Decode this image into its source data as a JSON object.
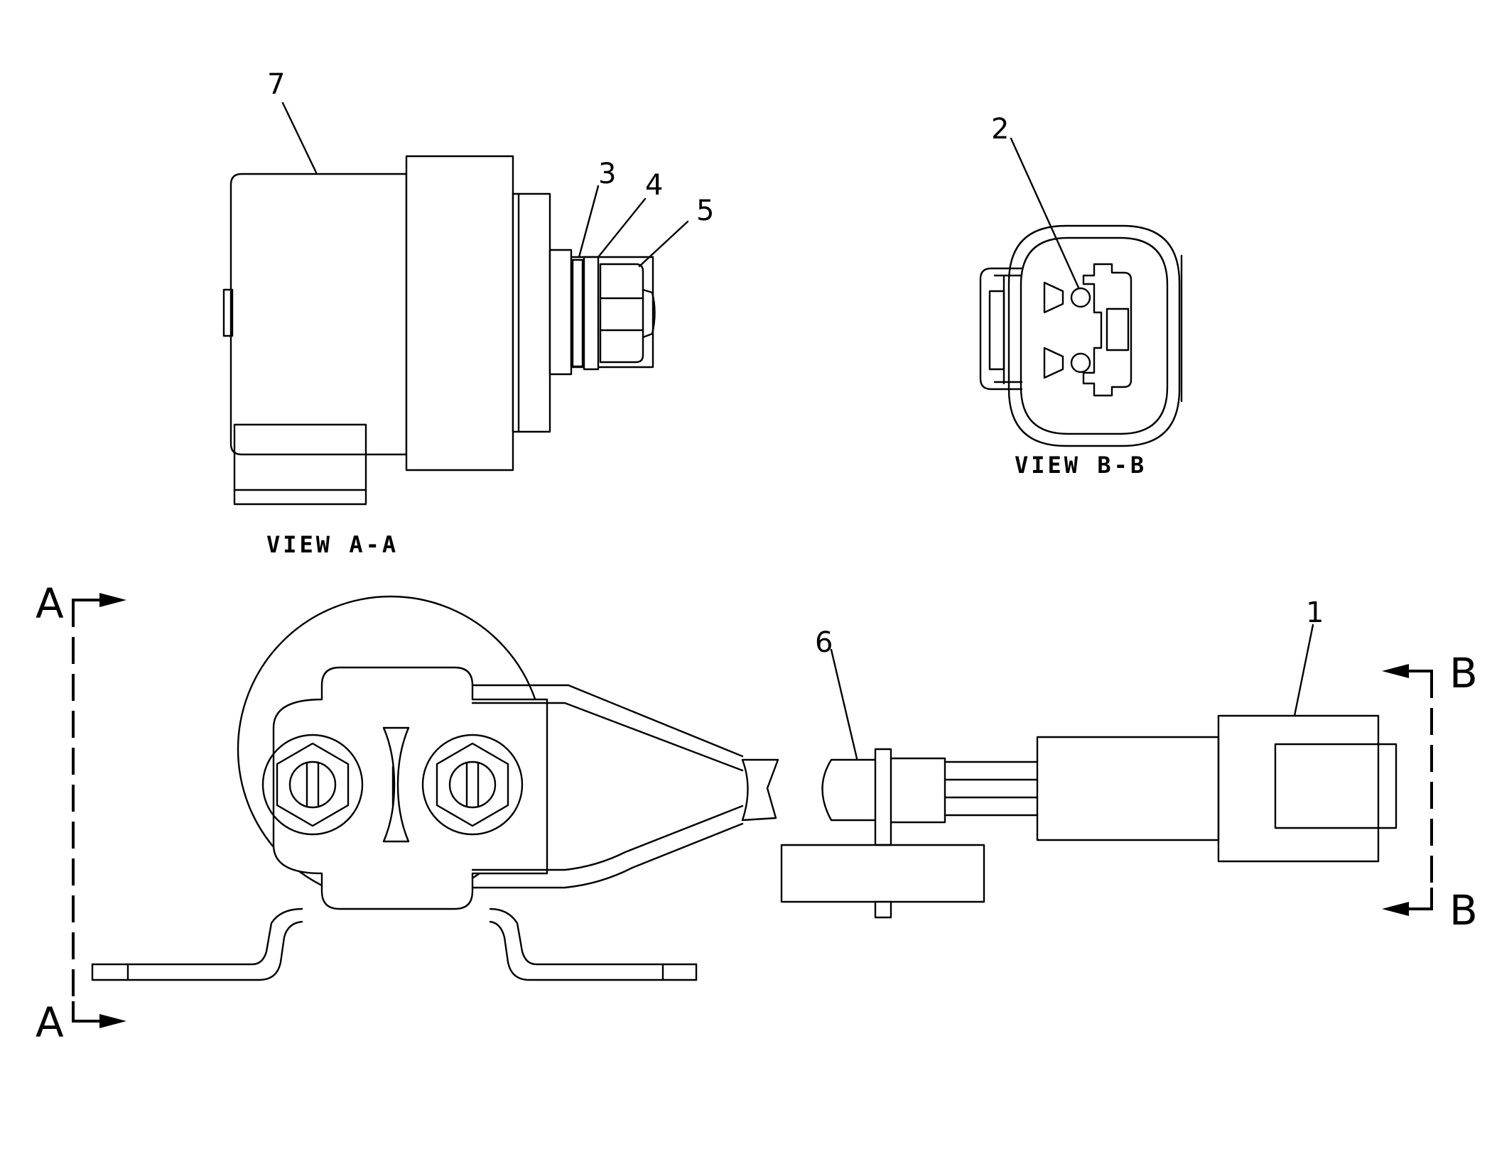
{
  "callouts": {
    "c1": "1",
    "c2": "2",
    "c3": "3",
    "c4": "4",
    "c5": "5",
    "c6": "6",
    "c7": "7"
  },
  "views": {
    "view_a": "VIEW A-A",
    "view_b": "VIEW B-B"
  },
  "sections": {
    "a_top": "A",
    "a_bottom": "A",
    "b_top": "B",
    "b_bottom": "B"
  }
}
